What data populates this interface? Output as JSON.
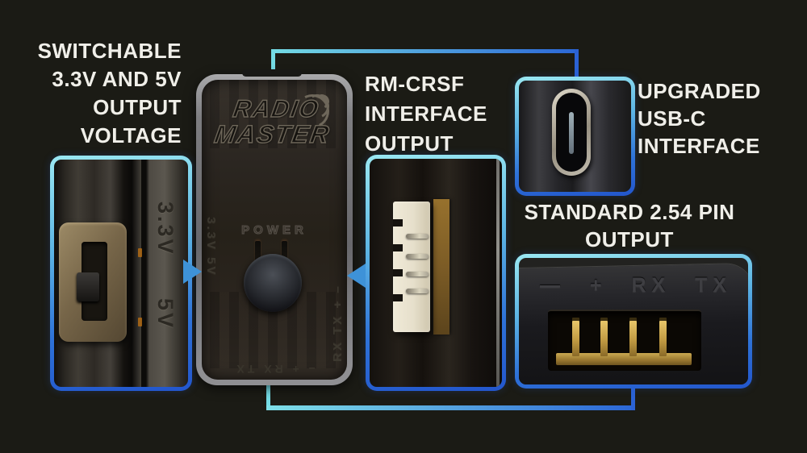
{
  "colors": {
    "background": "#1b1b15",
    "accent_cyan": "#9ae8f2",
    "accent_blue": "#2356cc",
    "arrow_blue": "#3e92d8",
    "label_text": "#f0efe9",
    "gold": "#cba951"
  },
  "labels": {
    "switchable": {
      "lines": [
        "SWITCHABLE",
        "3.3V AND 5V",
        "OUTPUT",
        "VOLTAGE"
      ]
    },
    "crsf": {
      "lines": [
        "RM-CRSF",
        "INTERFACE",
        "OUTPUT"
      ]
    },
    "usbc": {
      "lines": [
        "UPGRADED",
        "USB-C",
        "INTERFACE"
      ]
    },
    "pin": {
      "lines": [
        "STANDARD 2.54 PIN",
        "OUTPUT"
      ]
    }
  },
  "device": {
    "brand_line1": "RADIO",
    "brand_line2": "MASTER",
    "power_label": "POWER",
    "side_left_text": "3.3V 5V",
    "side_right_text": "RX TX + –",
    "bottom_edge_text": "– + RX TX"
  },
  "callouts": {
    "switch": {
      "label_top": "3.3V",
      "label_bottom": "5V"
    },
    "pins": {
      "edge_text": "— + RX TX"
    }
  }
}
